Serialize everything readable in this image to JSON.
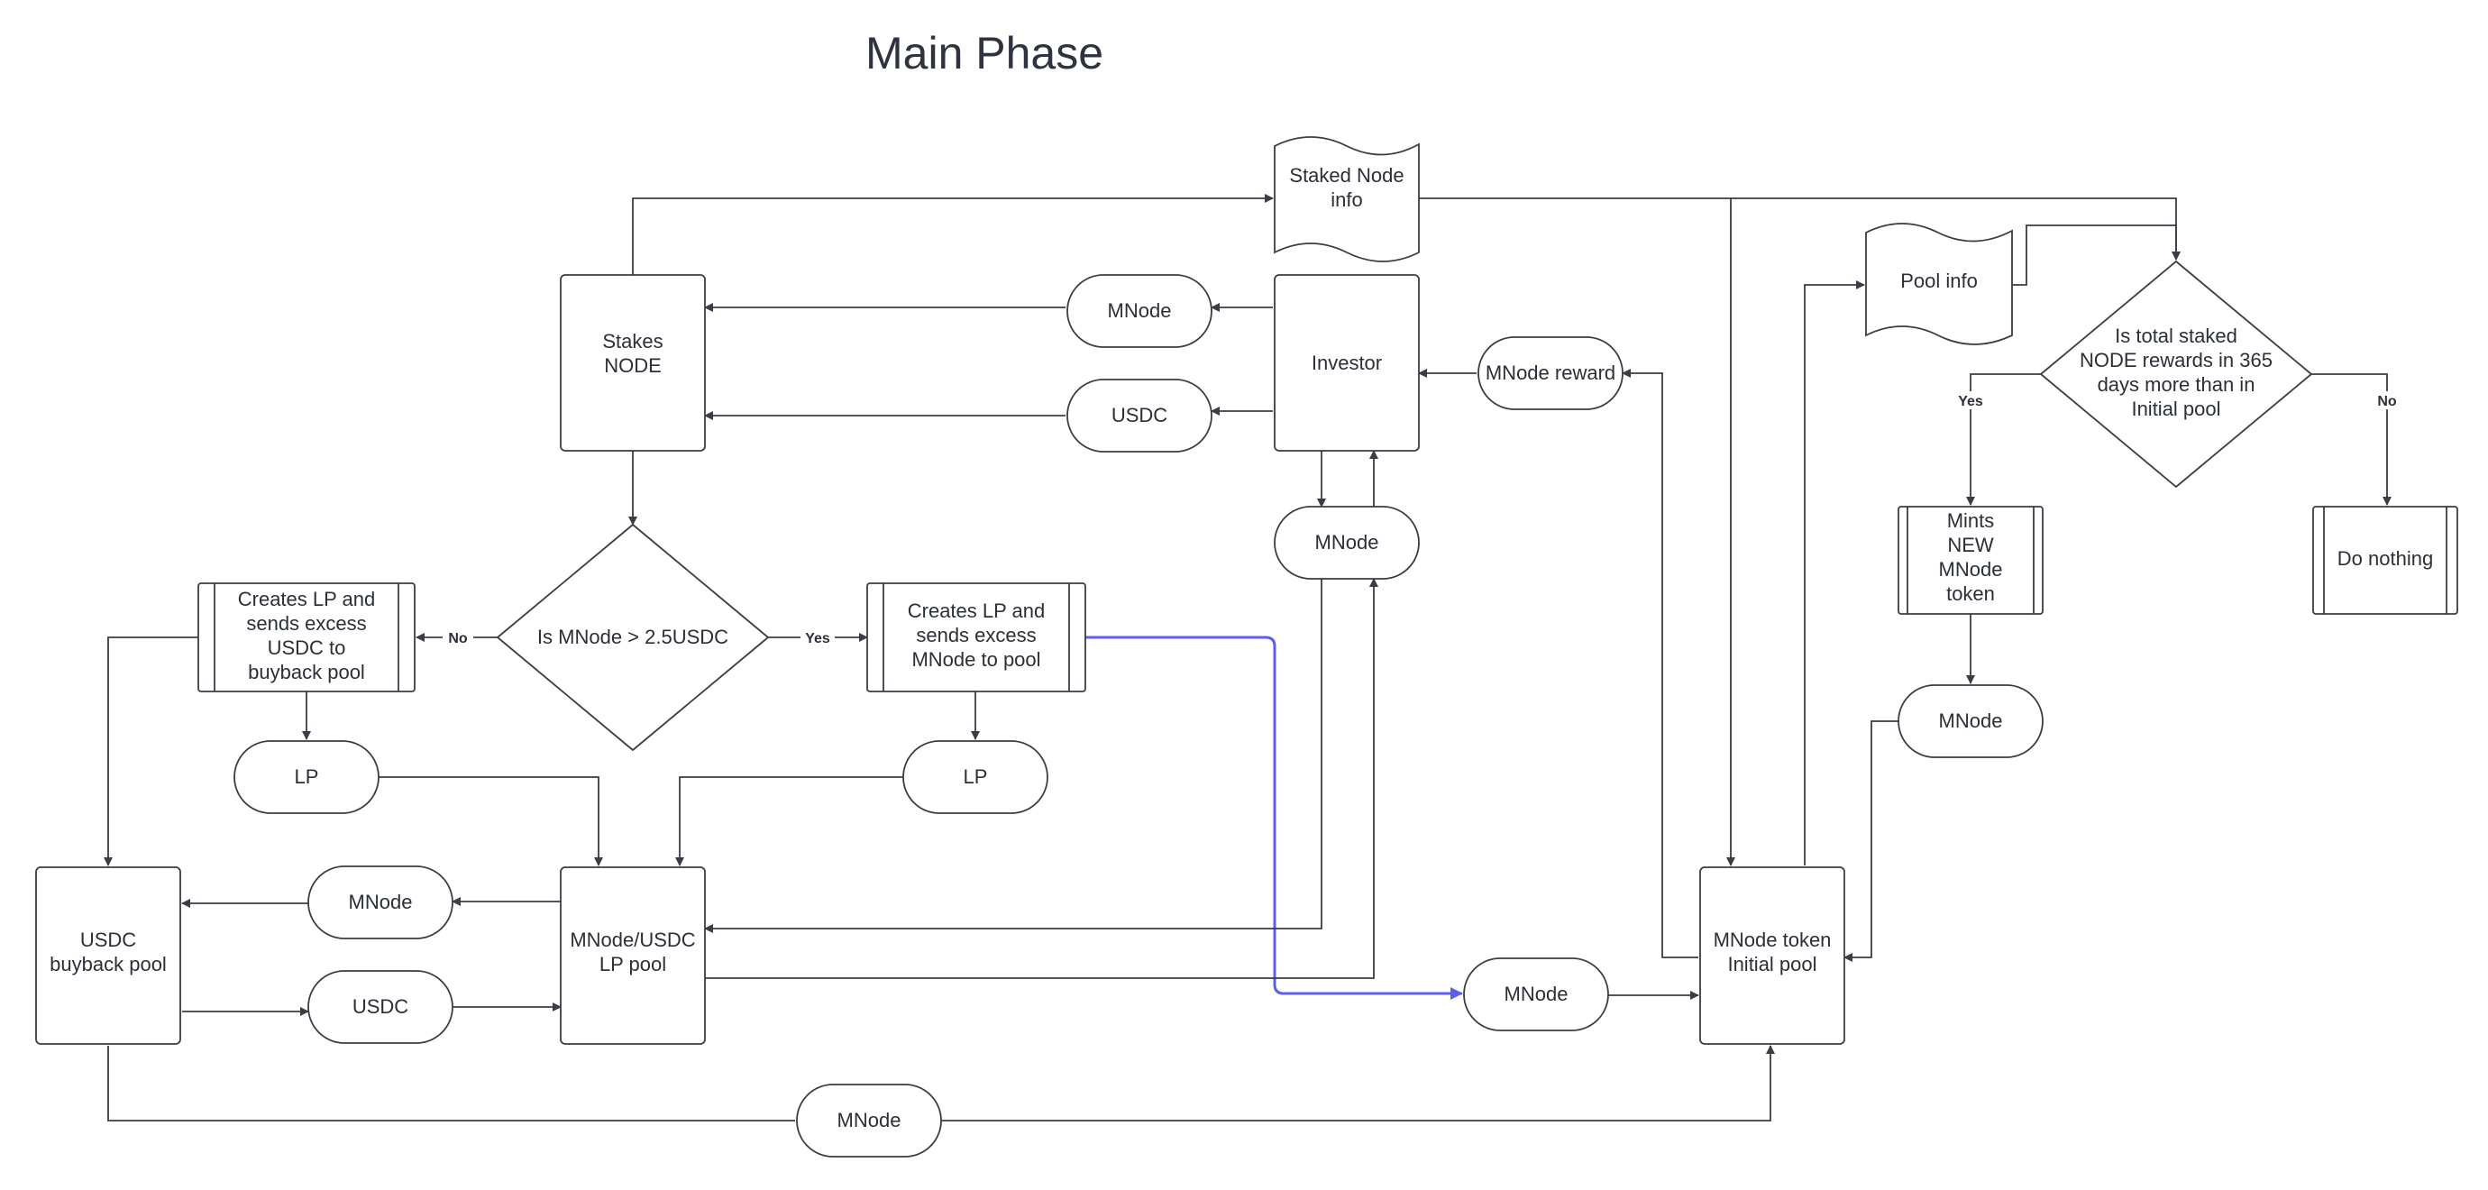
{
  "title": "Main Phase",
  "nodes": {
    "staked_node_info": "Staked Node\ninfo",
    "stakes_node": "Stakes\nNODE",
    "mnode_top": "MNode",
    "usdc_top": "USDC",
    "investor": "Investor",
    "mnode_reward": "MNode reward",
    "mnode_investor": "MNode",
    "decision_price": "Is MNode > 2.5USDC",
    "creates_lp_left": "Creates LP and\nsends excess\nUSDC to\nbuyback pool",
    "creates_lp_right": "Creates LP and\nsends excess\nMNode to pool",
    "lp_left": "LP",
    "lp_right": "LP",
    "usdc_buyback_pool": "USDC\nbuyback pool",
    "mnode_mid_left": "MNode",
    "usdc_mid_left": "USDC",
    "lp_pool": "MNode/USDC\nLP pool",
    "mnode_bottom": "MNode",
    "mnode_center": "MNode",
    "initial_pool": "MNode token\nInitial pool",
    "pool_info": "Pool info",
    "decision_rewards": "Is total staked\nNODE rewards in 365\ndays more than in\nInitial pool",
    "mints": "Mints\nNEW\nMNode\ntoken",
    "mnode_right": "MNode",
    "do_nothing": "Do nothing"
  },
  "edge_labels": {
    "no_left": "No",
    "yes_left": "Yes",
    "yes_right": "Yes",
    "no_right": "No"
  },
  "colors": {
    "stroke": "#3a3d46",
    "highlight_edge": "#5b5ff0"
  }
}
